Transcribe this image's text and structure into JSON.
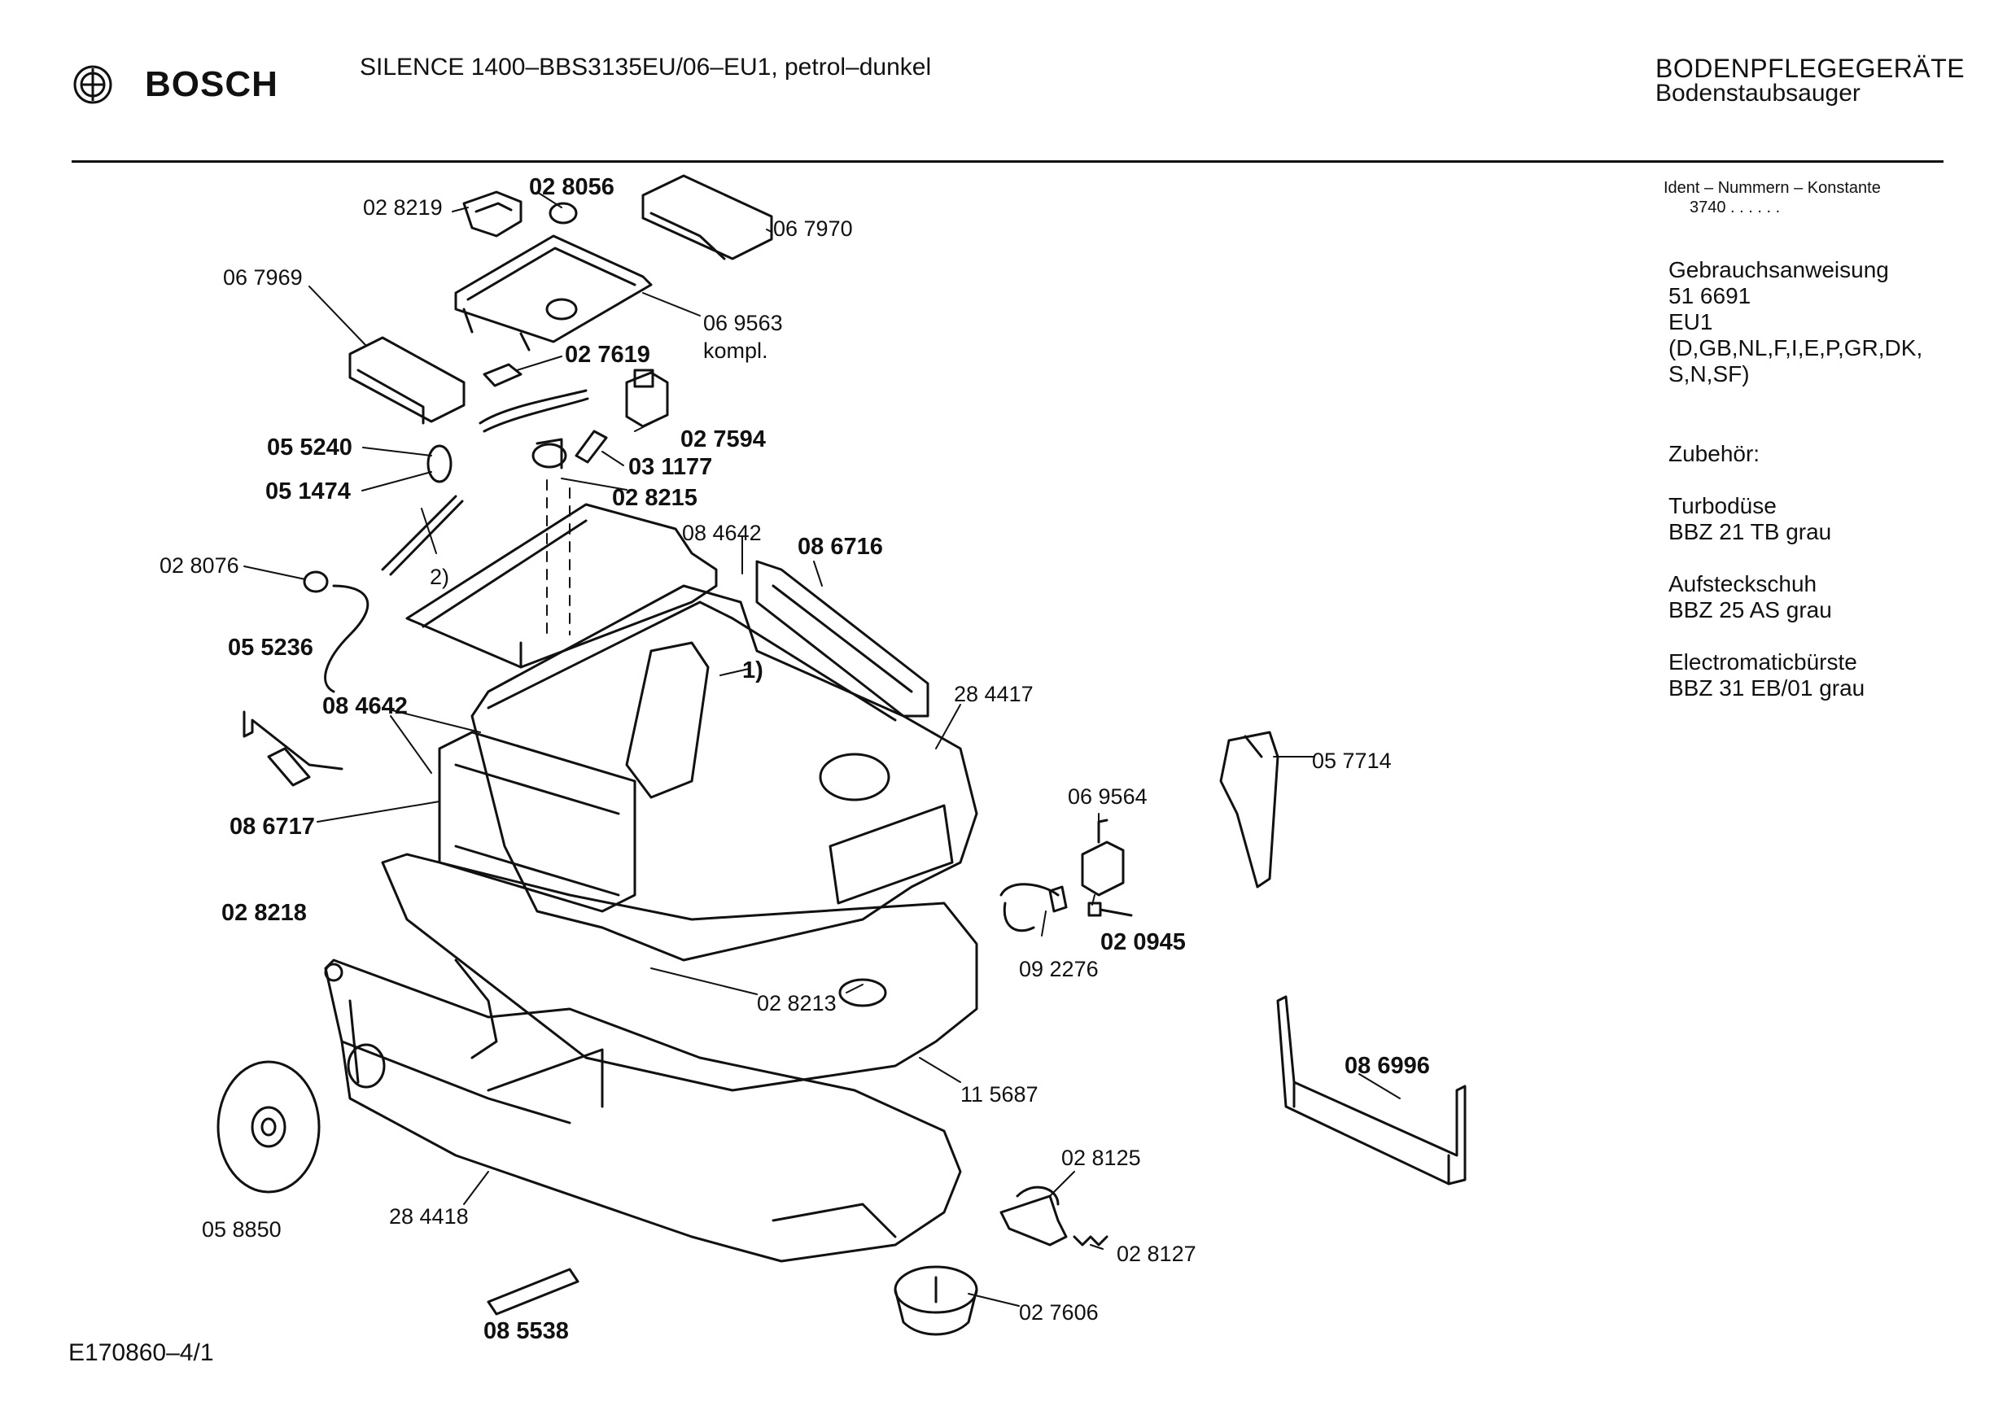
{
  "header": {
    "brand": "BOSCH",
    "model": "SILENCE 1400–BBS3135EU/06–EU1, petrol–dunkel",
    "category_line1": "BODENPFLEGEGERÄTE",
    "category_line2": "Bodenstaubsauger"
  },
  "sidebar": {
    "ident_label": "Ident – Nummern – Konstante",
    "ident_value": "3740 . . . . . .",
    "manual_title": "Gebrauchsanweisung",
    "manual_number": "51 6691",
    "manual_variant": "EU1",
    "manual_languages_1": "(D,GB,NL,F,I,E,P,GR,DK,",
    "manual_languages_2": "S,N,SF)",
    "accessories_title": "Zubehör:",
    "acc1_name": "Turbodüse",
    "acc1_code": "BBZ 21 TB grau",
    "acc2_name": "Aufsteckschuh",
    "acc2_code": "BBZ 25 AS grau",
    "acc3_name": "Electromaticbürste",
    "acc3_code": "BBZ 31 EB/01 grau"
  },
  "footer": {
    "drawing_number": "E170860–4/1"
  },
  "parts": [
    {
      "id": "p1",
      "text": "02 8219",
      "bold": false
    },
    {
      "id": "p2",
      "text": "02 8056",
      "bold": true
    },
    {
      "id": "p3",
      "text": "06 7970",
      "bold": false
    },
    {
      "id": "p4",
      "text": "06 7969",
      "bold": false
    },
    {
      "id": "p5",
      "text": "06 9563",
      "bold": false
    },
    {
      "id": "p6",
      "text": "kompl.",
      "bold": false
    },
    {
      "id": "p7",
      "text": "02 7619",
      "bold": true
    },
    {
      "id": "p8",
      "text": "02 7594",
      "bold": true
    },
    {
      "id": "p9",
      "text": "05 5240",
      "bold": true
    },
    {
      "id": "p10",
      "text": "03 1177",
      "bold": true
    },
    {
      "id": "p11",
      "text": "05 1474",
      "bold": true
    },
    {
      "id": "p12",
      "text": "02 8215",
      "bold": true
    },
    {
      "id": "p13",
      "text": "08 4642",
      "bold": false
    },
    {
      "id": "p14",
      "text": "08 6716",
      "bold": true
    },
    {
      "id": "p15",
      "text": "02 8076",
      "bold": false
    },
    {
      "id": "p16",
      "text": "2)",
      "bold": false
    },
    {
      "id": "p17",
      "text": "05 5236",
      "bold": true
    },
    {
      "id": "p18",
      "text": "1)",
      "bold": true
    },
    {
      "id": "p19",
      "text": "08 4642",
      "bold": true
    },
    {
      "id": "p20",
      "text": "28 4417",
      "bold": false
    },
    {
      "id": "p21",
      "text": "05 7714",
      "bold": false
    },
    {
      "id": "p22",
      "text": "06 9564",
      "bold": false
    },
    {
      "id": "p23",
      "text": "08 6717",
      "bold": true
    },
    {
      "id": "p24",
      "text": "02 8218",
      "bold": true
    },
    {
      "id": "p25",
      "text": "02 0945",
      "bold": true
    },
    {
      "id": "p26",
      "text": "09 2276",
      "bold": false
    },
    {
      "id": "p27",
      "text": "02 8213",
      "bold": false
    },
    {
      "id": "p28",
      "text": "08 6996",
      "bold": true
    },
    {
      "id": "p29",
      "text": "11 5687",
      "bold": false
    },
    {
      "id": "p30",
      "text": "02 8125",
      "bold": false
    },
    {
      "id": "p31",
      "text": "05 8850",
      "bold": false
    },
    {
      "id": "p32",
      "text": "28 4418",
      "bold": false
    },
    {
      "id": "p33",
      "text": "02 8127",
      "bold": false
    },
    {
      "id": "p34",
      "text": "02 7606",
      "bold": false
    },
    {
      "id": "p35",
      "text": "08 5538",
      "bold": true
    }
  ]
}
